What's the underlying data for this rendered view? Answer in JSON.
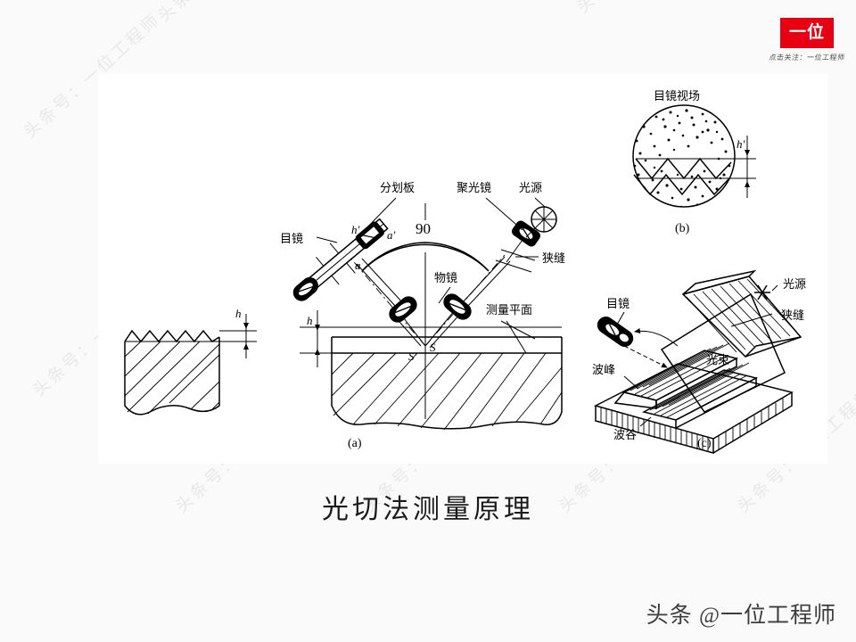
{
  "slide": {
    "title": "光切法测量原理",
    "background_color": "#fafafa",
    "panel_color": "#ffffff"
  },
  "logo": {
    "badge_text": "一位",
    "badge_color": "#e60012",
    "caption": "点击关注：一位工程师"
  },
  "channel_watermark": "头条 @一位工程师",
  "background_watermarks": [
    "头条号：一位工程师",
    "头条号：一位工程师",
    "头条号：一位工程师",
    "头条号：一位工程师",
    "头条号：一位工程师",
    "头条号：一位工程师",
    "头条号：一位工程师",
    "头条号：一位工程师"
  ],
  "figures": {
    "left_specimen": {
      "name": "工件表面轮廓剖面图",
      "dimension_label": "h"
    },
    "a": {
      "caption": "(a)",
      "labels": {
        "eyepiece": "目镜",
        "reticle": "分划板",
        "condenser": "聚光镜",
        "light_source": "光源",
        "slit": "狭缝",
        "objective": "物镜",
        "measuring_plane": "测量平面",
        "angle": "90",
        "dim_h": "h",
        "dim_h_prime": "h'",
        "dim_a": "a",
        "dim_a_prime": "a'",
        "point_s": "S",
        "point_s_prime": "S'"
      }
    },
    "b": {
      "caption": "(b)",
      "title": "目镜视场",
      "labels": {
        "dim_h_prime": "h'"
      }
    },
    "c": {
      "caption": "(c)",
      "labels": {
        "eyepiece": "目镜",
        "light_source": "光源",
        "slit": "狭缝",
        "light_beam": "光束",
        "crest": "波峰",
        "trough": "波谷"
      }
    }
  }
}
